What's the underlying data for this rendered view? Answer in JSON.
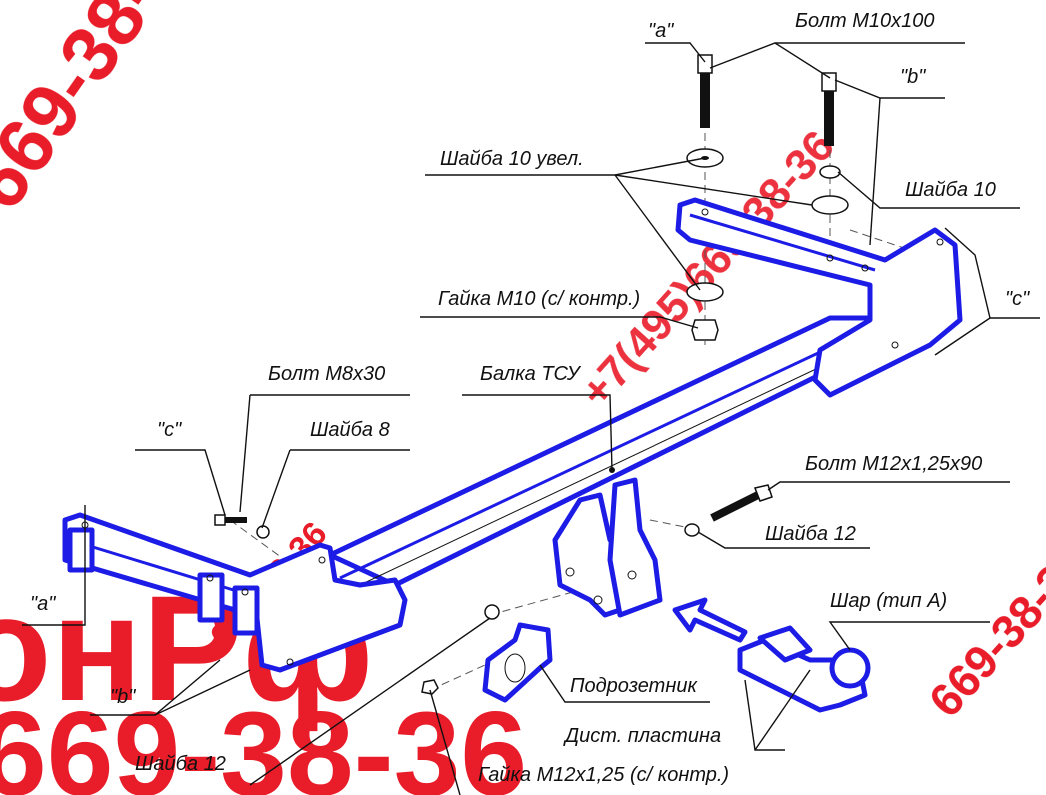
{
  "labels": {
    "a_top": "\"a\"",
    "bolt_m10": "Болт M10x100",
    "b_top": "\"b\"",
    "washer10_big": "Шайба 10 увел.",
    "washer10": "Шайба 10",
    "nut_m10": "Гайка M10 (с/ контр.)",
    "c_right": "\"c\"",
    "bolt_m8": "Болт M8x30",
    "beam": "Балка ТСУ",
    "c_left": "\"c\"",
    "washer8": "Шайба 8",
    "bolt_m12": "Болт M12x1,25x90",
    "washer12_right": "Шайба 12",
    "a_left": "\"a\"",
    "ball": "Шар (тип A)",
    "socket_plate": "Подрозетник",
    "b_left": "\"b\"",
    "spacer_plate": "Дист. пластина",
    "washer12_left": "Шайба 12",
    "nut_m12": "Гайка M12x1,25 (с/ контр.)"
  },
  "watermark": {
    "phone_diag": "669-38-36",
    "phone_diag2": "+7(495)669-38-36",
    "brand": "онРф",
    "phone_bottom": "669-38-36"
  },
  "colors": {
    "part_outline": "#1c1ce6",
    "watermark": "#e8101e",
    "text": "#111111"
  }
}
